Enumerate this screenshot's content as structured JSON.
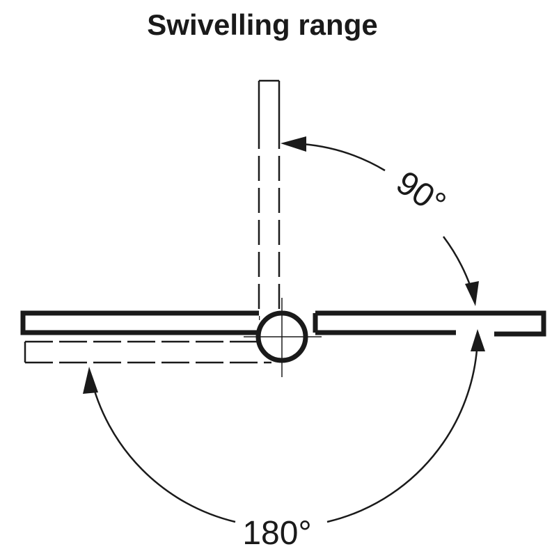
{
  "title": "Swivelling range",
  "angles": {
    "upper": "90°",
    "lower": "180°"
  }
}
